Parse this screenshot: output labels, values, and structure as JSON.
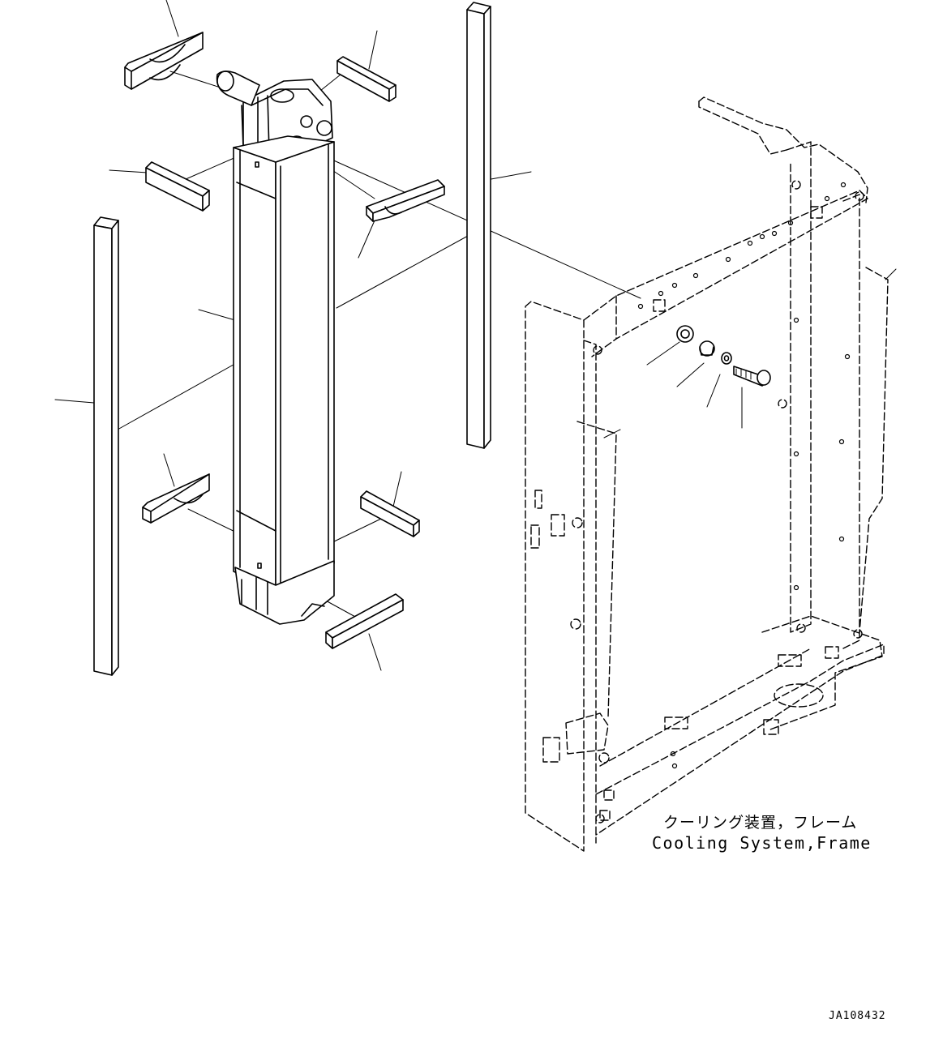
{
  "labels": {
    "reference_jp": "クーリング装置，フレーム",
    "reference_en": "Cooling System,Frame"
  },
  "drawing_id": "JA108432"
}
